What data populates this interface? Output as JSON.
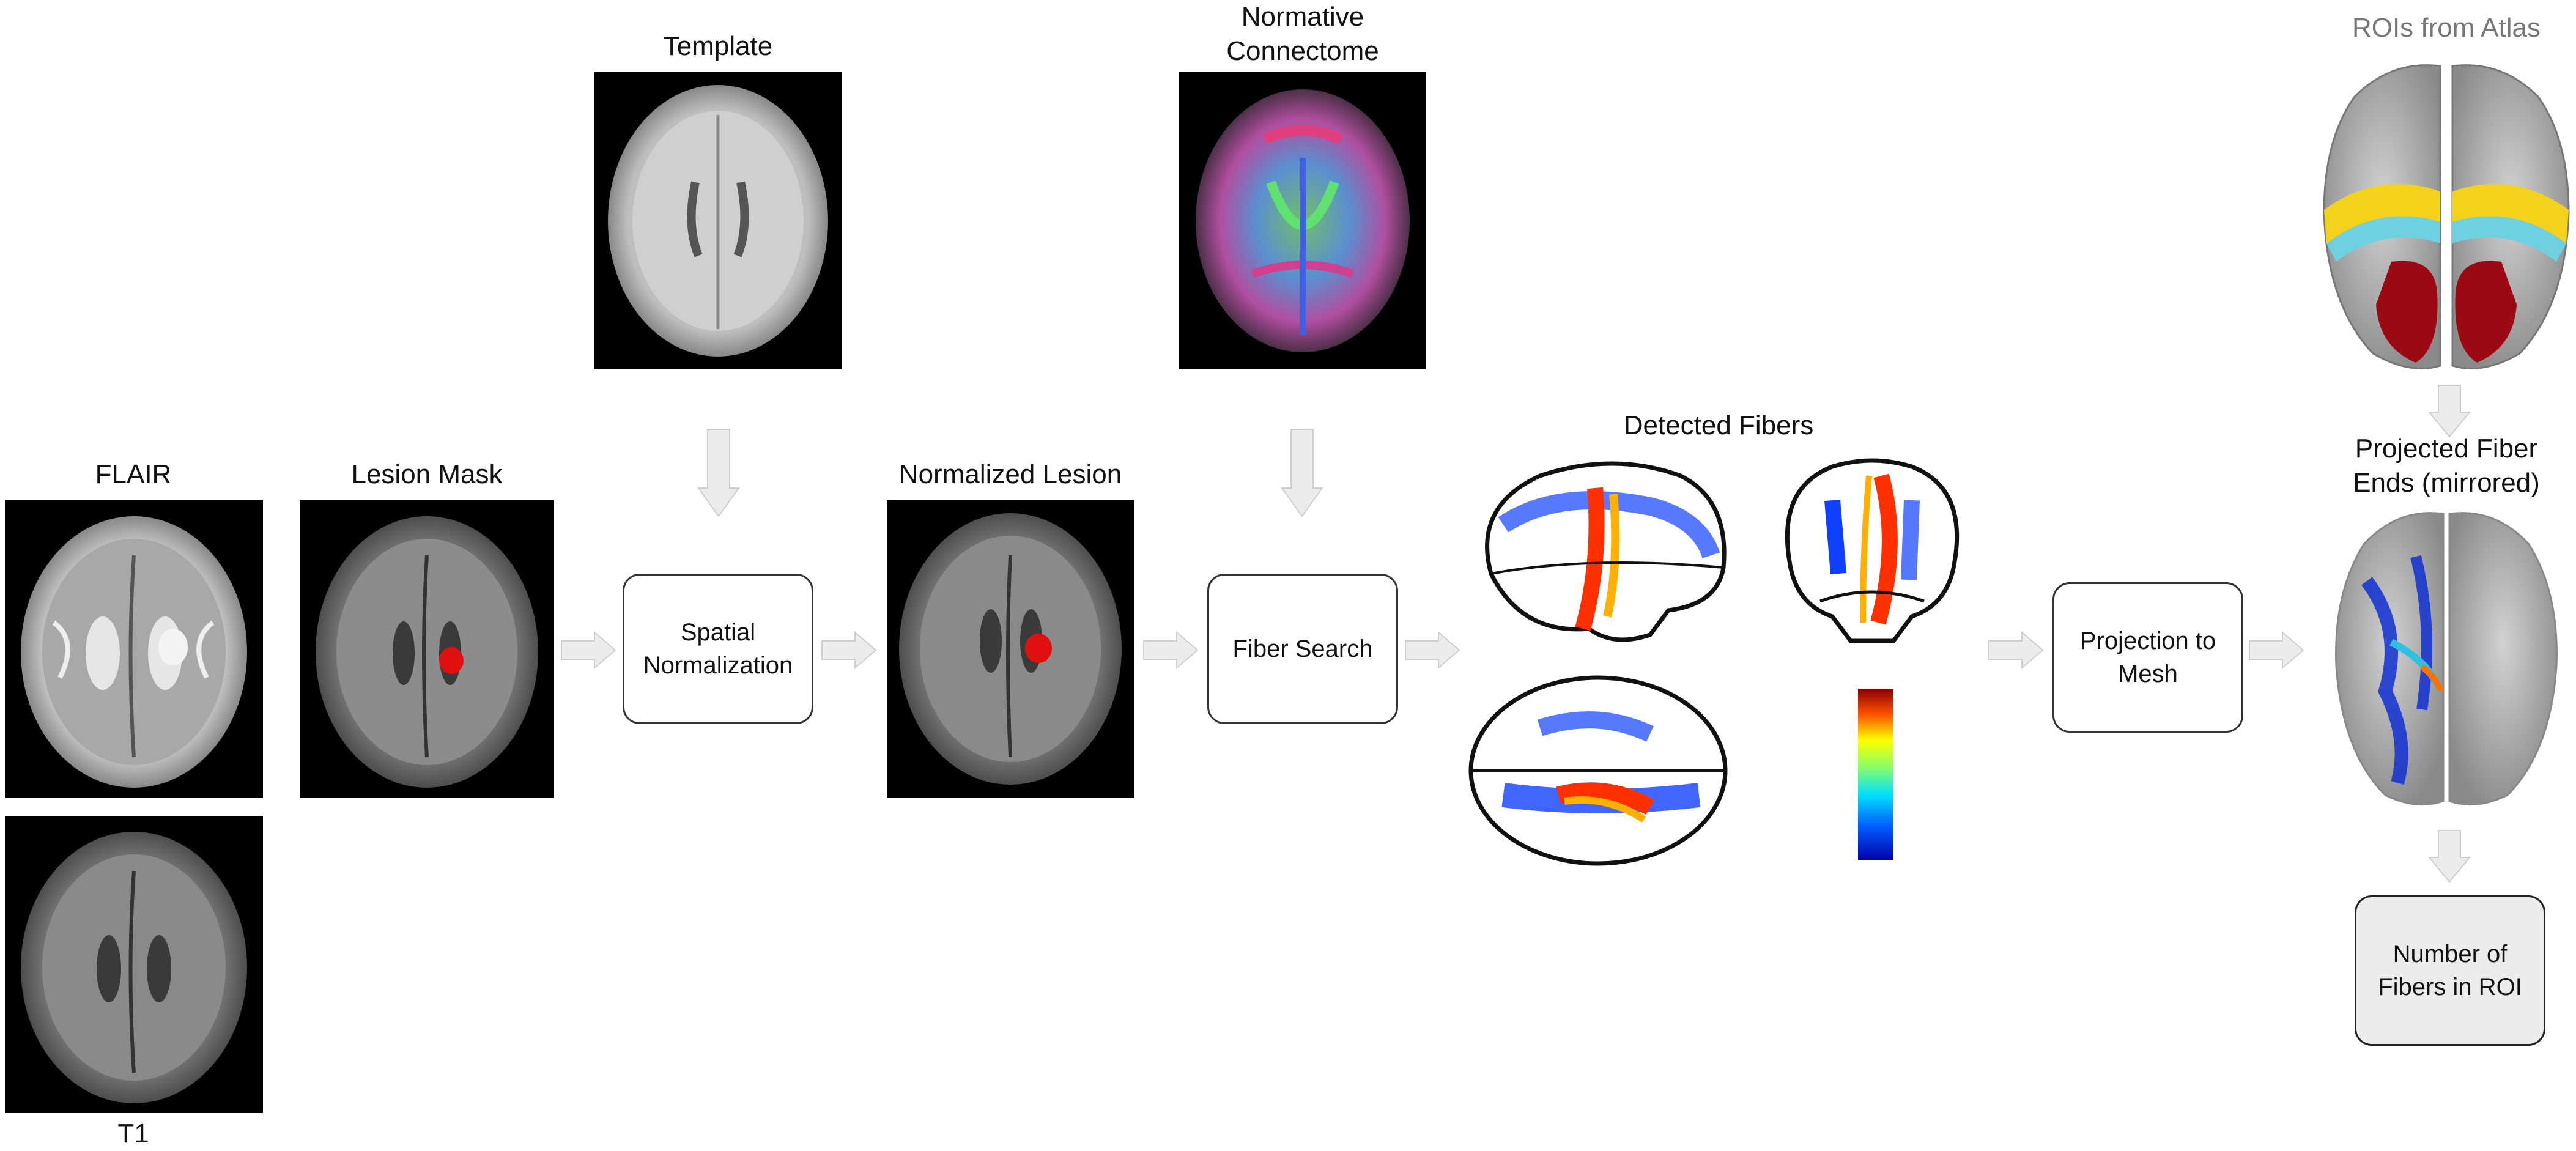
{
  "labels": {
    "flair": "FLAIR",
    "t1": "T1",
    "lesion_mask": "Lesion Mask",
    "template": "Template",
    "normalized_lesion": "Normalized Lesion",
    "normative_connectome_line1": "Normative",
    "normative_connectome_line2": "Connectome",
    "detected_fibers": "Detected Fibers",
    "rois_from_atlas": "ROIs from Atlas",
    "projected_line1": "Projected Fiber",
    "projected_line2": "Ends (mirrored)"
  },
  "boxes": {
    "spatial_line1": "Spatial",
    "spatial_line2": "Normalization",
    "fiber_search": "Fiber Search",
    "projection_line1": "Projection to",
    "projection_line2": "Mesh",
    "count_line1": "Number of",
    "count_line2": "Fibers in ROI"
  },
  "colors": {
    "arrow_fill": "#ececec",
    "arrow_stroke": "#cfcfcf",
    "lesion": "#e01010",
    "roi_yellow": "#f2d21a",
    "roi_cyan": "#6fd0e0",
    "roi_red": "#9b0a12"
  },
  "icons": {
    "flow_arrow": "block-arrow-right",
    "down_arrow": "block-arrow-down"
  }
}
